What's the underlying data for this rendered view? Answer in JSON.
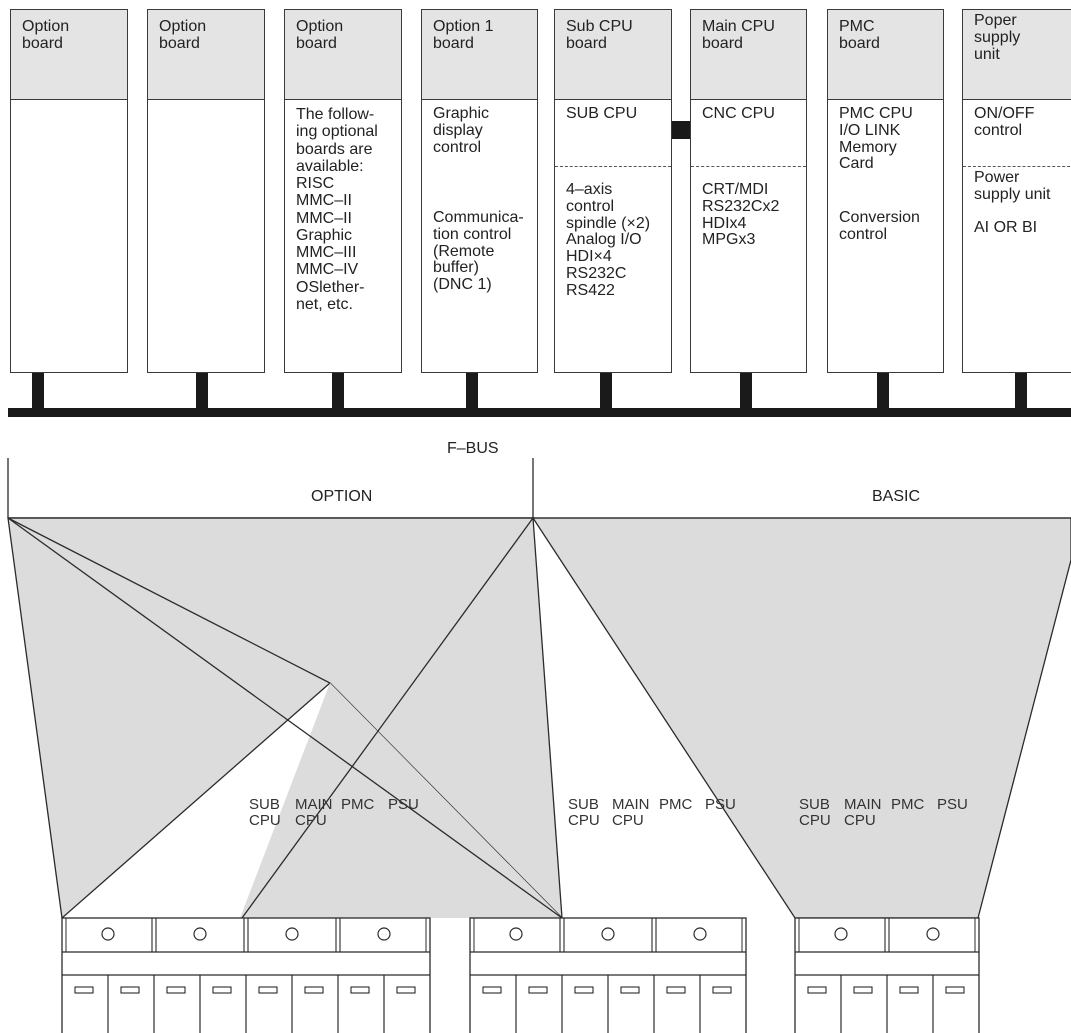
{
  "boards": [
    {
      "title": "Option\nboard",
      "body": "",
      "body2": ""
    },
    {
      "title": "Option\nboard",
      "body": "",
      "body2": ""
    },
    {
      "title": "Option\nboard",
      "body": "The follow-\ning optional\nboards are\navailable:\nRISC\nMMC–II\nMMC–II\nGraphic\nMMC–III\nMMC–IV\nOSlether-\nnet, etc.",
      "body2": ""
    },
    {
      "title": "Option 1\nboard",
      "body": "Graphic\ndisplay\ncontrol",
      "body2": "Communica-\ntion control\n(Remote\nbuffer)\n(DNC 1)"
    },
    {
      "title": "Sub CPU\nboard",
      "body": "SUB CPU",
      "body2": "4–axis\ncontrol\nspindle (×2)\nAnalog I/O\nHDI×4\nRS232C\nRS422"
    },
    {
      "title": "Main CPU\nboard",
      "body": "CNC CPU",
      "body2": "CRT/MDI\nRS232Cx2\nHDIx4\nMPGx3"
    },
    {
      "title": "PMC\nboard",
      "body": "PMC CPU\nI/O LINK\nMemory\nCard",
      "body2": "Conversion\ncontrol"
    },
    {
      "title": "Poper\nsupply\nunit",
      "body": "ON/OFF\ncontrol",
      "body2": "Power\nsupply unit\n\nAI OR BI"
    }
  ],
  "bus_label": "F–BUS",
  "option_label": "OPTION",
  "basic_label": "BASIC",
  "module_labels": {
    "sub": "SUB\nCPU",
    "main": "MAIN\nCPU",
    "pmc": "PMC",
    "psu": "PSU"
  },
  "colors": {
    "shade": "#dcdcdc",
    "line": "#2b2b2b",
    "bus": "#1a1a1a"
  }
}
